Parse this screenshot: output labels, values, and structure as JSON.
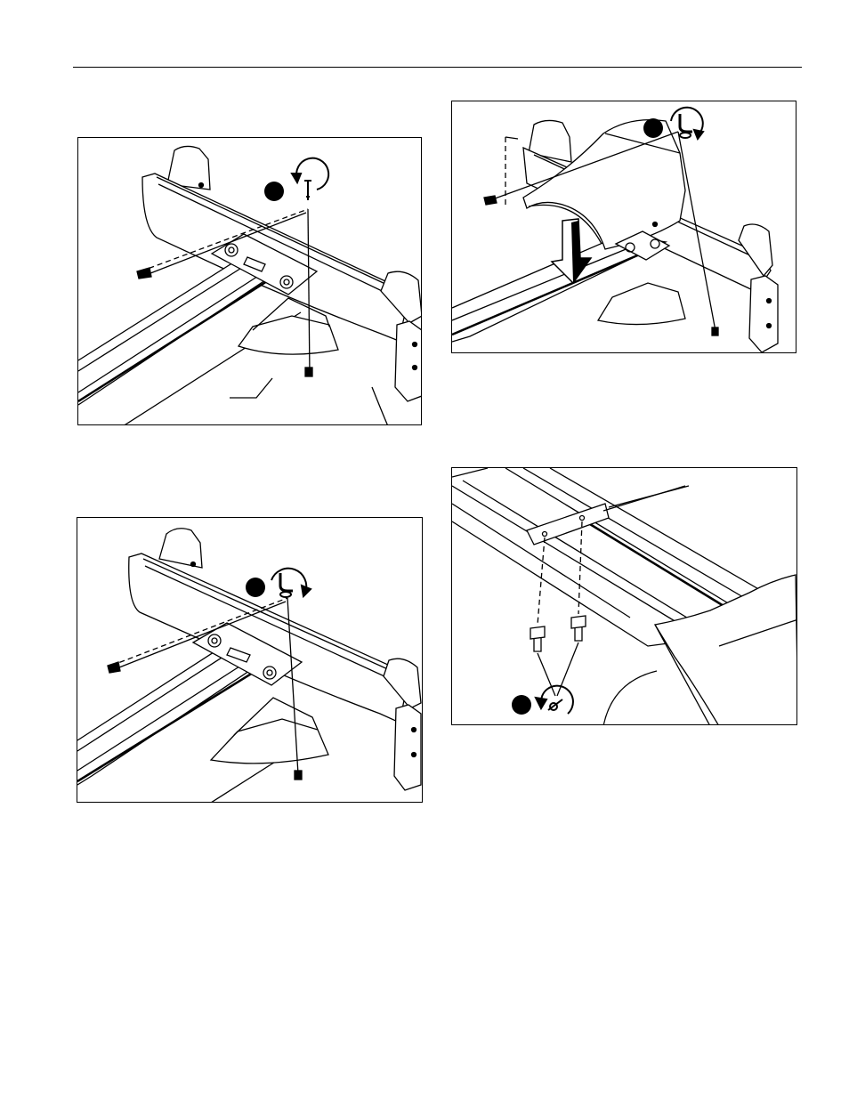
{
  "page": {
    "figures": [
      {
        "id": "fig-1",
        "icon": "screwdriver-counterclockwise-icon"
      },
      {
        "id": "fig-2",
        "icon": "hex-key-clockwise-icon"
      },
      {
        "id": "fig-3",
        "icon": "hex-key-clockwise-icon"
      },
      {
        "id": "fig-4",
        "icon": "wrench-counterclockwise-icon"
      }
    ],
    "colors": {
      "line": "#000000",
      "shade": "#dcdcdc",
      "background": "#ffffff"
    }
  }
}
